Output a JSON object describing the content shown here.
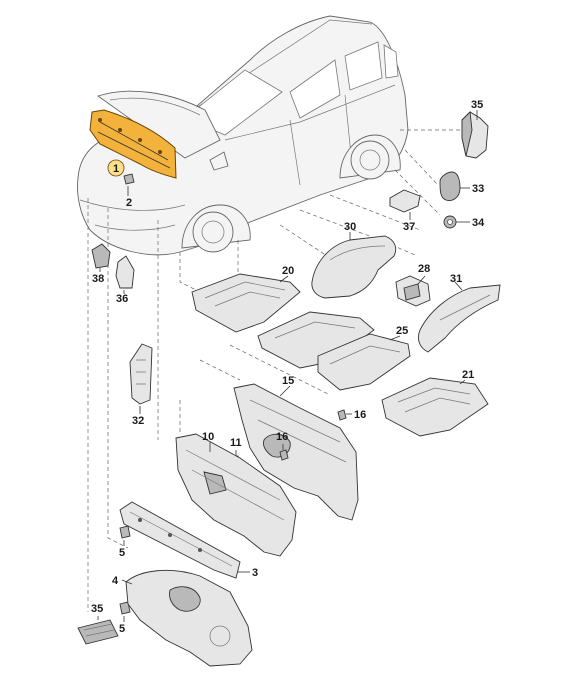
{
  "callouts": {
    "c1": "1",
    "c2": "2",
    "c3": "3",
    "c4": "4",
    "c5a": "5",
    "c5b": "5",
    "c10": "10",
    "c11": "11",
    "c15": "15",
    "c16a": "16",
    "c16b": "16",
    "c20": "20",
    "c21": "21",
    "c25": "25",
    "c28": "28",
    "c30": "30",
    "c31": "31",
    "c32": "32",
    "c33": "33",
    "c34": "34",
    "c35a": "35",
    "c35b": "35",
    "c36": "36",
    "c37": "37",
    "c38": "38"
  },
  "colors": {
    "highlight": "#f2b23c",
    "part_fill": "#e6e6e6",
    "outline": "#333333"
  }
}
